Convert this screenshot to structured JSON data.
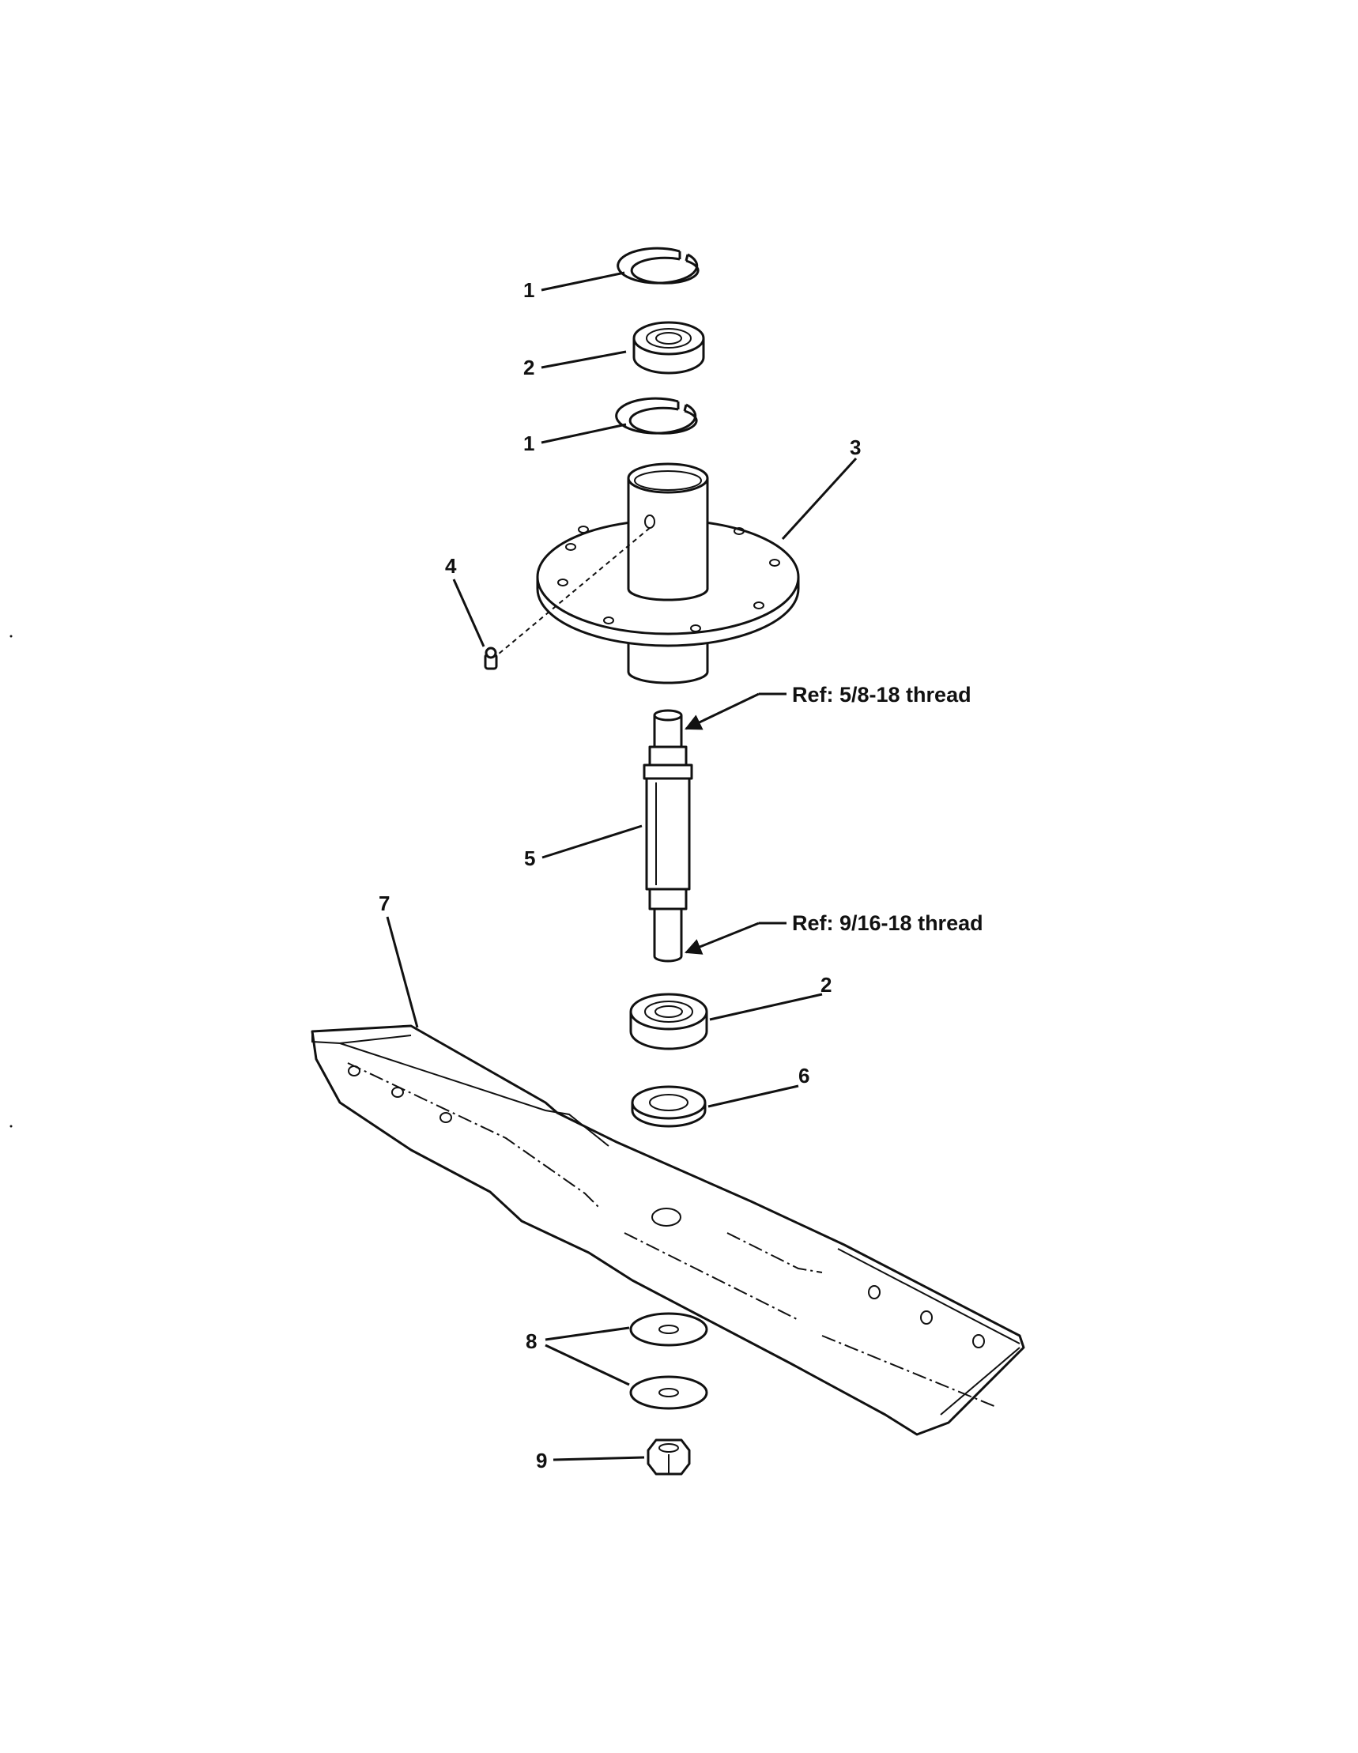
{
  "diagram": {
    "callouts": {
      "c1a": "1",
      "c2a": "2",
      "c1b": "1",
      "c3": "3",
      "c4": "4",
      "c5": "5",
      "c7": "7",
      "c2b": "2",
      "c6": "6",
      "c8": "8",
      "c9": "9"
    },
    "references": {
      "upper_thread": "Ref: 5/8-18 thread",
      "lower_thread": "Ref: 9/16-18 thread"
    },
    "parts": [
      {
        "number": "1",
        "icon": "retaining-ring-icon"
      },
      {
        "number": "2",
        "icon": "ball-bearing-icon"
      },
      {
        "number": "3",
        "icon": "spindle-housing-icon"
      },
      {
        "number": "4",
        "icon": "grease-fitting-icon"
      },
      {
        "number": "5",
        "icon": "spindle-shaft-icon"
      },
      {
        "number": "6",
        "icon": "spacer-icon"
      },
      {
        "number": "7",
        "icon": "mower-blade-icon"
      },
      {
        "number": "8",
        "icon": "washer-icon"
      },
      {
        "number": "9",
        "icon": "hex-nut-icon"
      }
    ]
  }
}
